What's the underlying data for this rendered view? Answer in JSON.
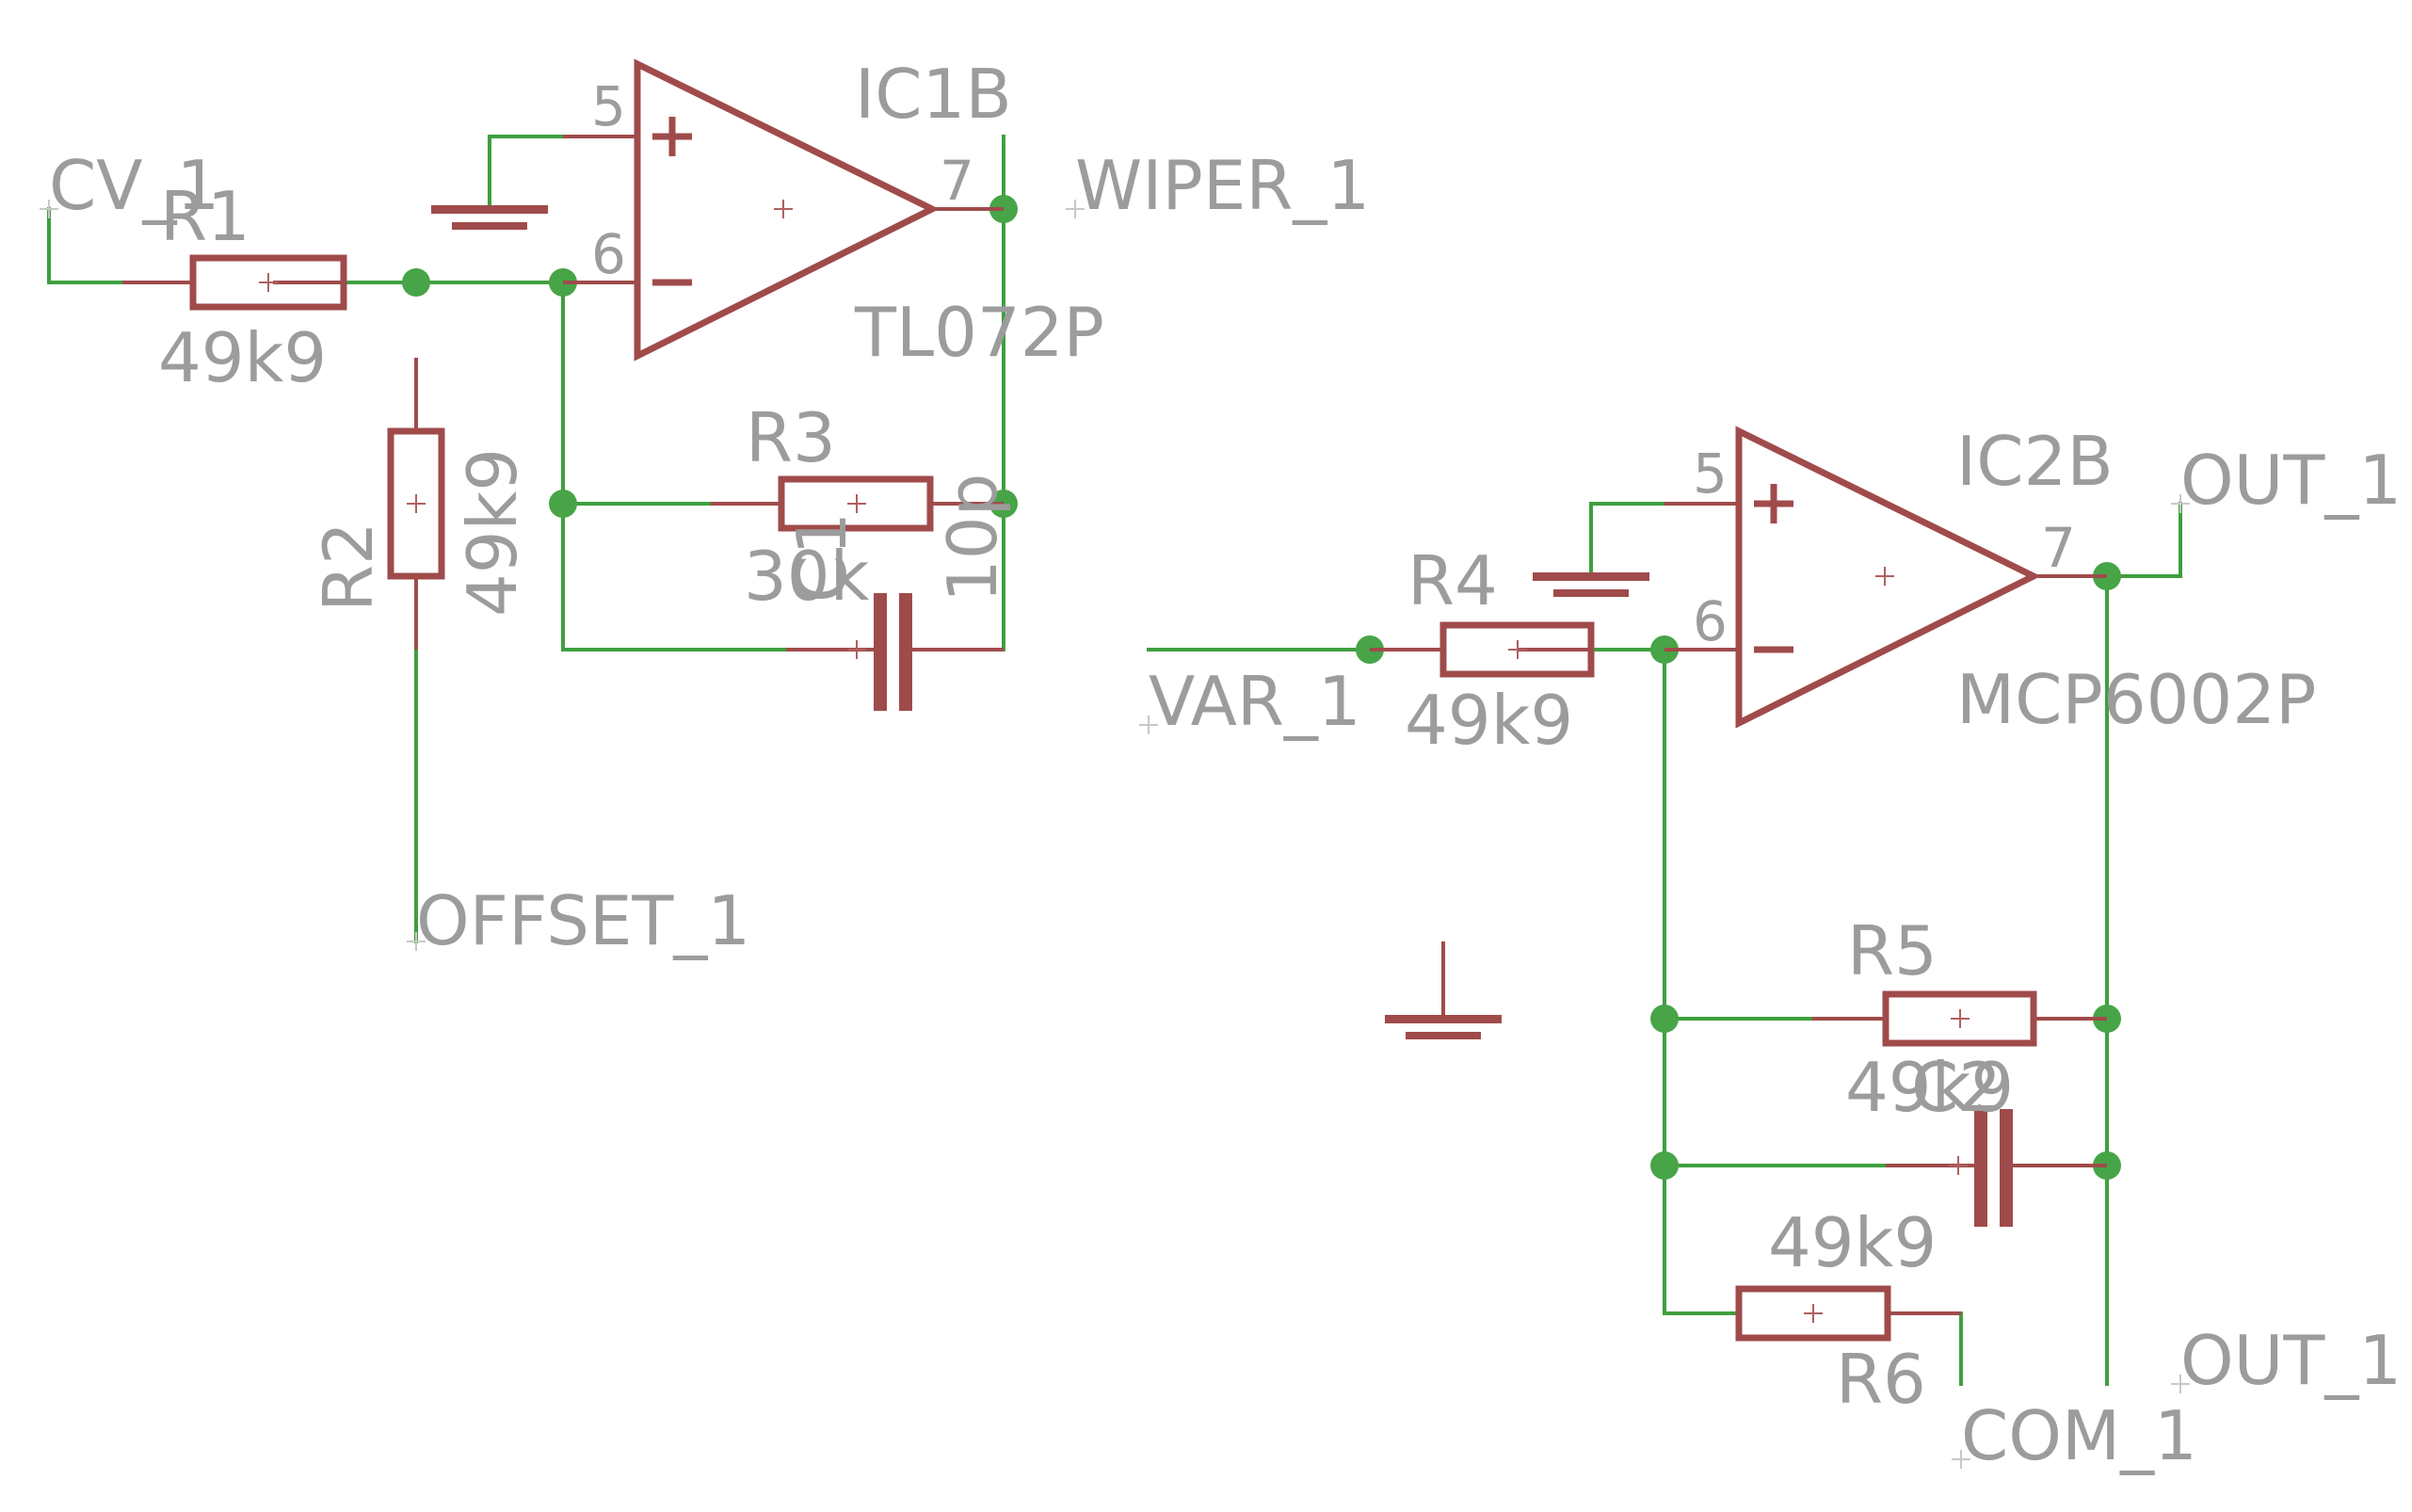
{
  "parts": {
    "r1": {
      "name": "R1",
      "value": "49k9"
    },
    "r2": {
      "name": "R2",
      "value": "49k9"
    },
    "r3": {
      "name": "R3",
      "value": "30k"
    },
    "c1": {
      "name": "C1",
      "value": "10p"
    },
    "r4": {
      "name": "R4",
      "value": "49k9"
    },
    "r5": {
      "name": "R5",
      "value": "49k9"
    },
    "c2": {
      "name": "C2",
      "value": ""
    },
    "r6": {
      "name": "R6",
      "value": "49k9"
    },
    "ic1b": {
      "name": "IC1B",
      "value": "TL072P",
      "pin_plus": "5",
      "pin_minus": "6",
      "pin_out": "7"
    },
    "ic2b": {
      "name": "IC2B",
      "value": "MCP6002P",
      "pin_plus": "5",
      "pin_minus": "6",
      "pin_out": "7"
    }
  },
  "nets": {
    "cv": "CV_1",
    "wiper": "WIPER_1",
    "offset": "OFFSET_1",
    "var": "VAR_1",
    "out_top": "OUT_1",
    "out_bottom": "OUT_1",
    "com": "COM_1"
  },
  "colors": {
    "wire": "#3f9f3f",
    "symbol": "#a04b4b",
    "label": "#9c9c9c",
    "background": "#ffffff"
  }
}
